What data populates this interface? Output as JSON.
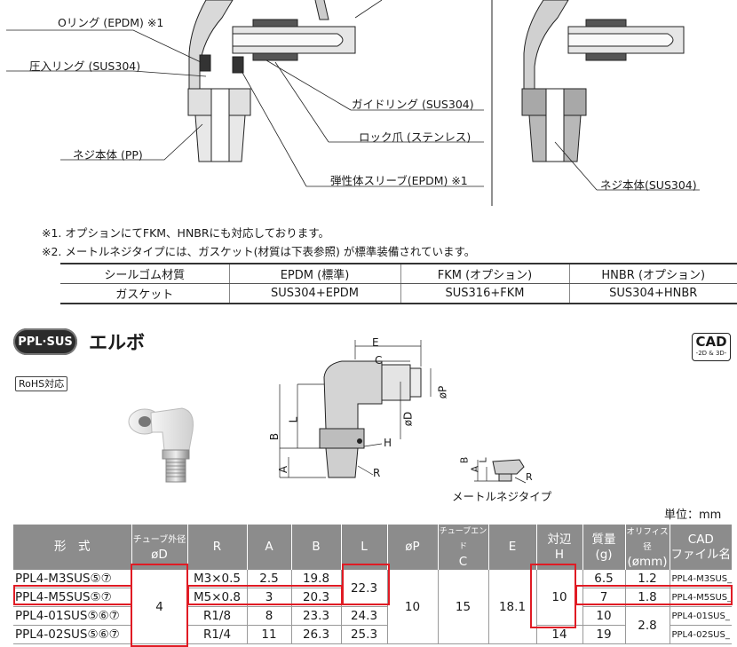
{
  "callouts": {
    "oring": "Oリング (EPDM) ※1",
    "press_ring": "圧入リング (SUS304)",
    "body_pp": "ネジ本体 (PP)",
    "guide_ring": "ガイドリング (SUS304)",
    "lock_claw": "ロック爪 (ステンレス)",
    "sleeve": "弾性体スリーブ(EPDM) ※1",
    "body_sus": "ネジ本体(SUS304)"
  },
  "notes": [
    "※1. オプションにてFKM、HNBRにも対応しております。",
    "※2. メートルネジタイプには、ガスケット(材質は下表参照) が標準装備されています。"
  ],
  "gasket_table": {
    "rows": [
      [
        "シールゴム材質",
        "EPDM (標準)",
        "FKM (オプション)",
        "HNBR (オプション)"
      ],
      [
        "ガスケット",
        "SUS304+EPDM",
        "SUS316+FKM",
        "SUS304+HNBR"
      ]
    ]
  },
  "series": {
    "badge": "PPL·SUS",
    "title": "エルボ",
    "rohs": "RoHS対応",
    "cad_big": "CAD",
    "cad_small": "-2D & 3D-"
  },
  "drawing_labels": {
    "E": "E",
    "C": "C",
    "P": "øP",
    "D": "øD",
    "L": "L",
    "B": "B",
    "A": "A",
    "H": "H",
    "R": "R",
    "metric_B": "B",
    "metric_A": "A",
    "metric_L": "L",
    "metric_R": "R",
    "metric_caption": "メートルネジタイプ"
  },
  "unit": "単位：mm",
  "spec_table": {
    "headers": [
      {
        "line1": "形　式",
        "line2": ""
      },
      {
        "line1": "チューブ外径",
        "line2": "øD"
      },
      {
        "line1": "R",
        "line2": ""
      },
      {
        "line1": "A",
        "line2": ""
      },
      {
        "line1": "B",
        "line2": ""
      },
      {
        "line1": "L",
        "line2": ""
      },
      {
        "line1": "øP",
        "line2": ""
      },
      {
        "line1": "チューブエンド",
        "line2": "C"
      },
      {
        "line1": "E",
        "line2": ""
      },
      {
        "line1": "対辺",
        "line2": "H"
      },
      {
        "line1": "質量",
        "line2": "(g)"
      },
      {
        "line1": "オリフィス径",
        "line2": "(ømm)"
      },
      {
        "line1": "CAD",
        "line2": "ファイル名"
      }
    ],
    "rows": [
      {
        "model": "PPL4-M3SUS⑤⑦",
        "R": "M3×0.5",
        "A": "2.5",
        "B": "19.8",
        "mass": "6.5",
        "orifice": "1.2",
        "cad": "PPL4-M3SUS_"
      },
      {
        "model": "PPL4-M5SUS⑤⑦",
        "R": "M5×0.8",
        "A": "3",
        "B": "20.3",
        "mass": "7",
        "orifice": "1.8",
        "cad": "PPL4-M5SUS_"
      },
      {
        "model": "PPL4-01SUS⑤⑥⑦",
        "R": "R1/8",
        "A": "8",
        "B": "23.3",
        "L": "24.3",
        "mass": "10",
        "cad": "PPL4-01SUS_"
      },
      {
        "model": "PPL4-02SUS⑤⑥⑦",
        "R": "R1/4",
        "A": "11",
        "B": "26.3",
        "L": "25.3",
        "H": "14",
        "mass": "19",
        "cad": "PPL4-02SUS_"
      }
    ],
    "merged": {
      "D": "4",
      "L_small": "22.3",
      "P": "10",
      "C": "15",
      "E": "18.1",
      "H_small": "10",
      "orifice_large": "2.8"
    }
  }
}
